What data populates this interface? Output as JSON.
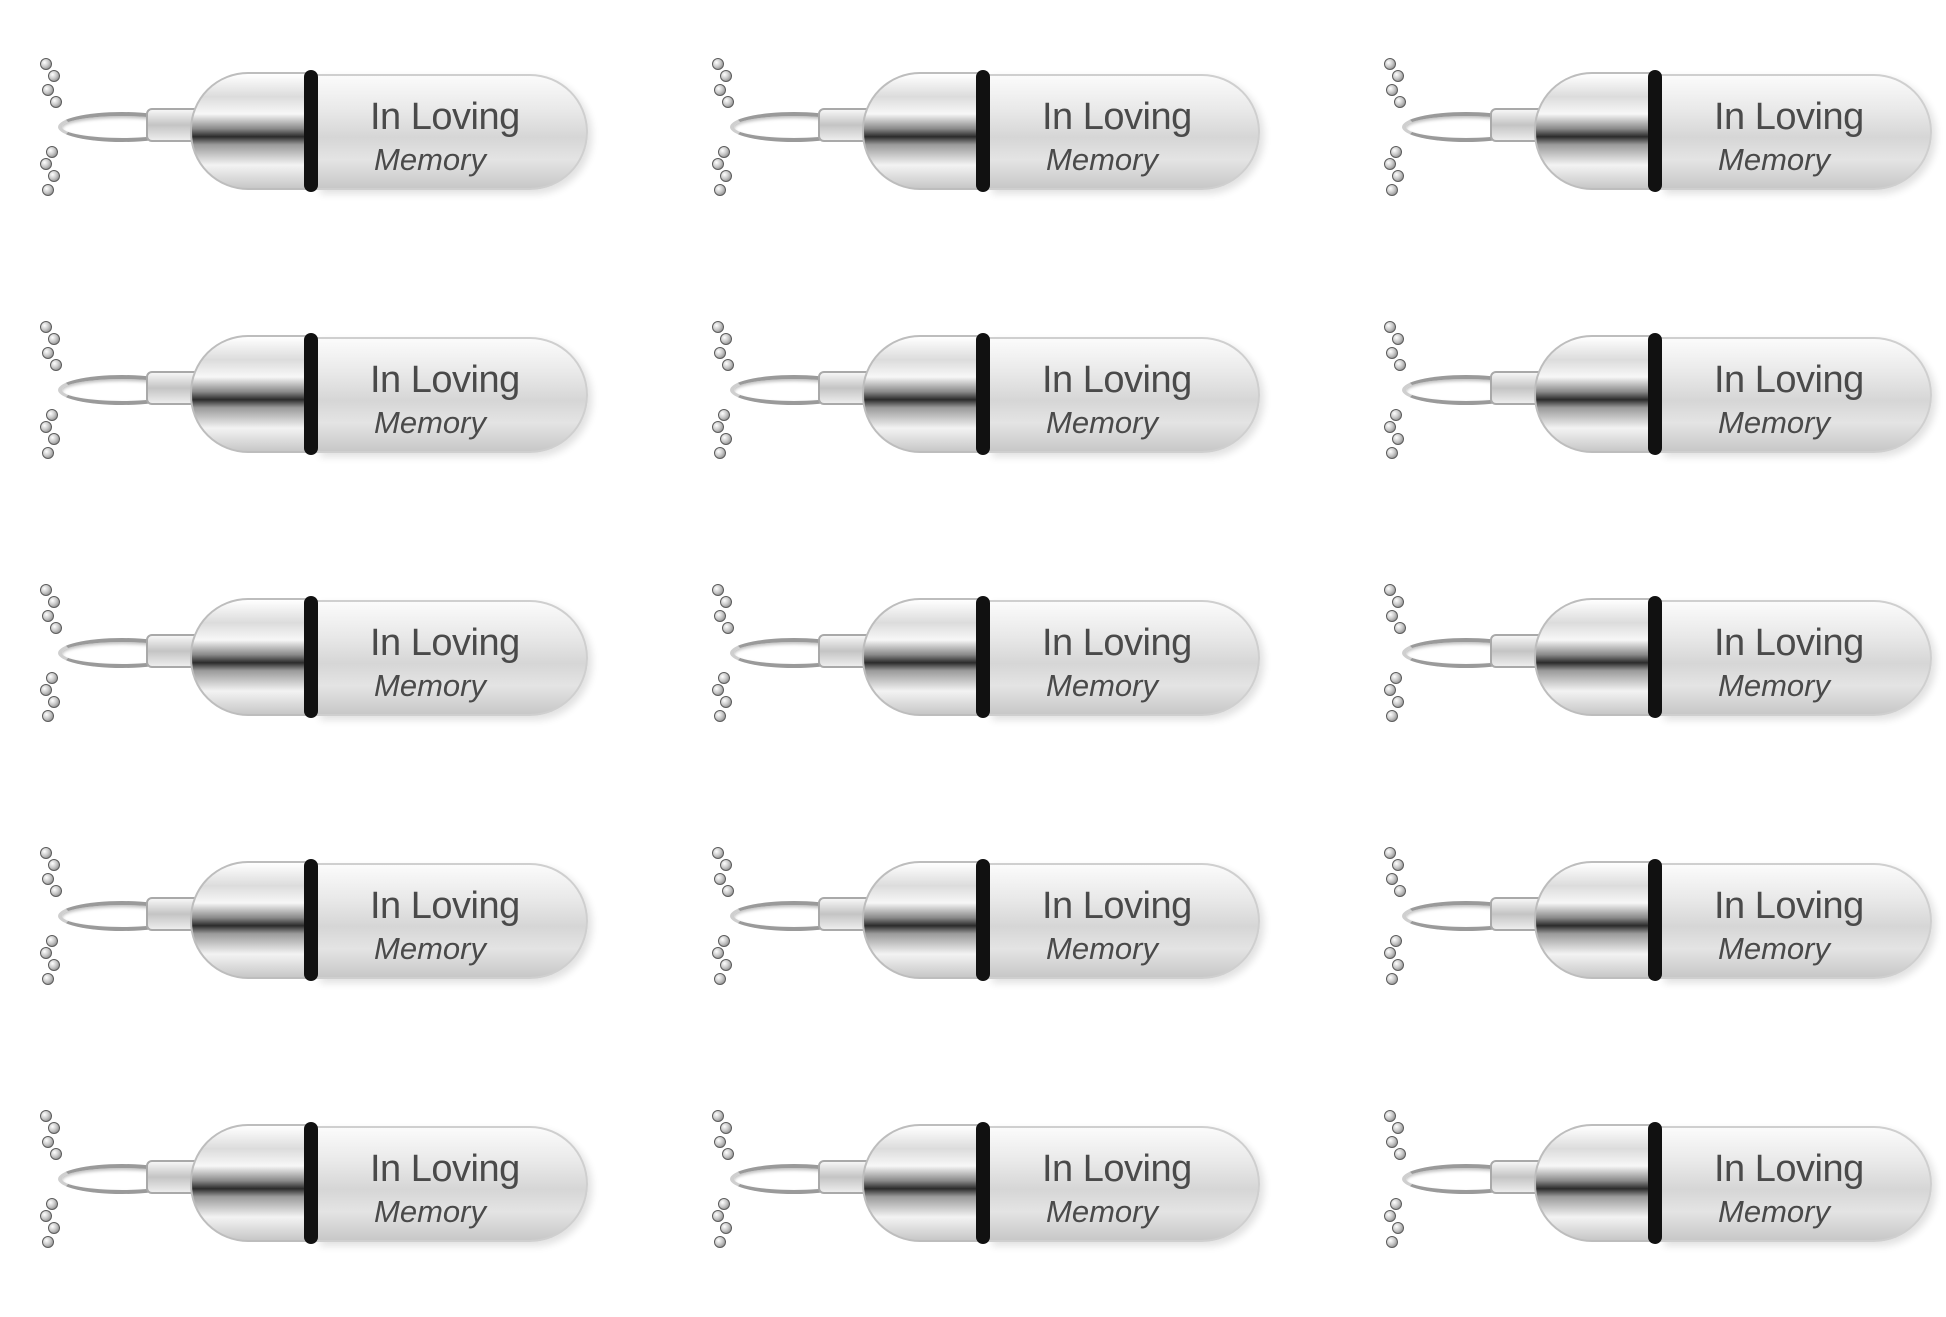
{
  "product": {
    "engraving_line1": "In Loving",
    "engraving_line2": "Memory",
    "rows": 5,
    "columns": 3
  },
  "colors": {
    "background": "#ffffff",
    "metal": "#d6d6d6",
    "o_ring": "#111111",
    "engraving": "#4a4a4a"
  }
}
